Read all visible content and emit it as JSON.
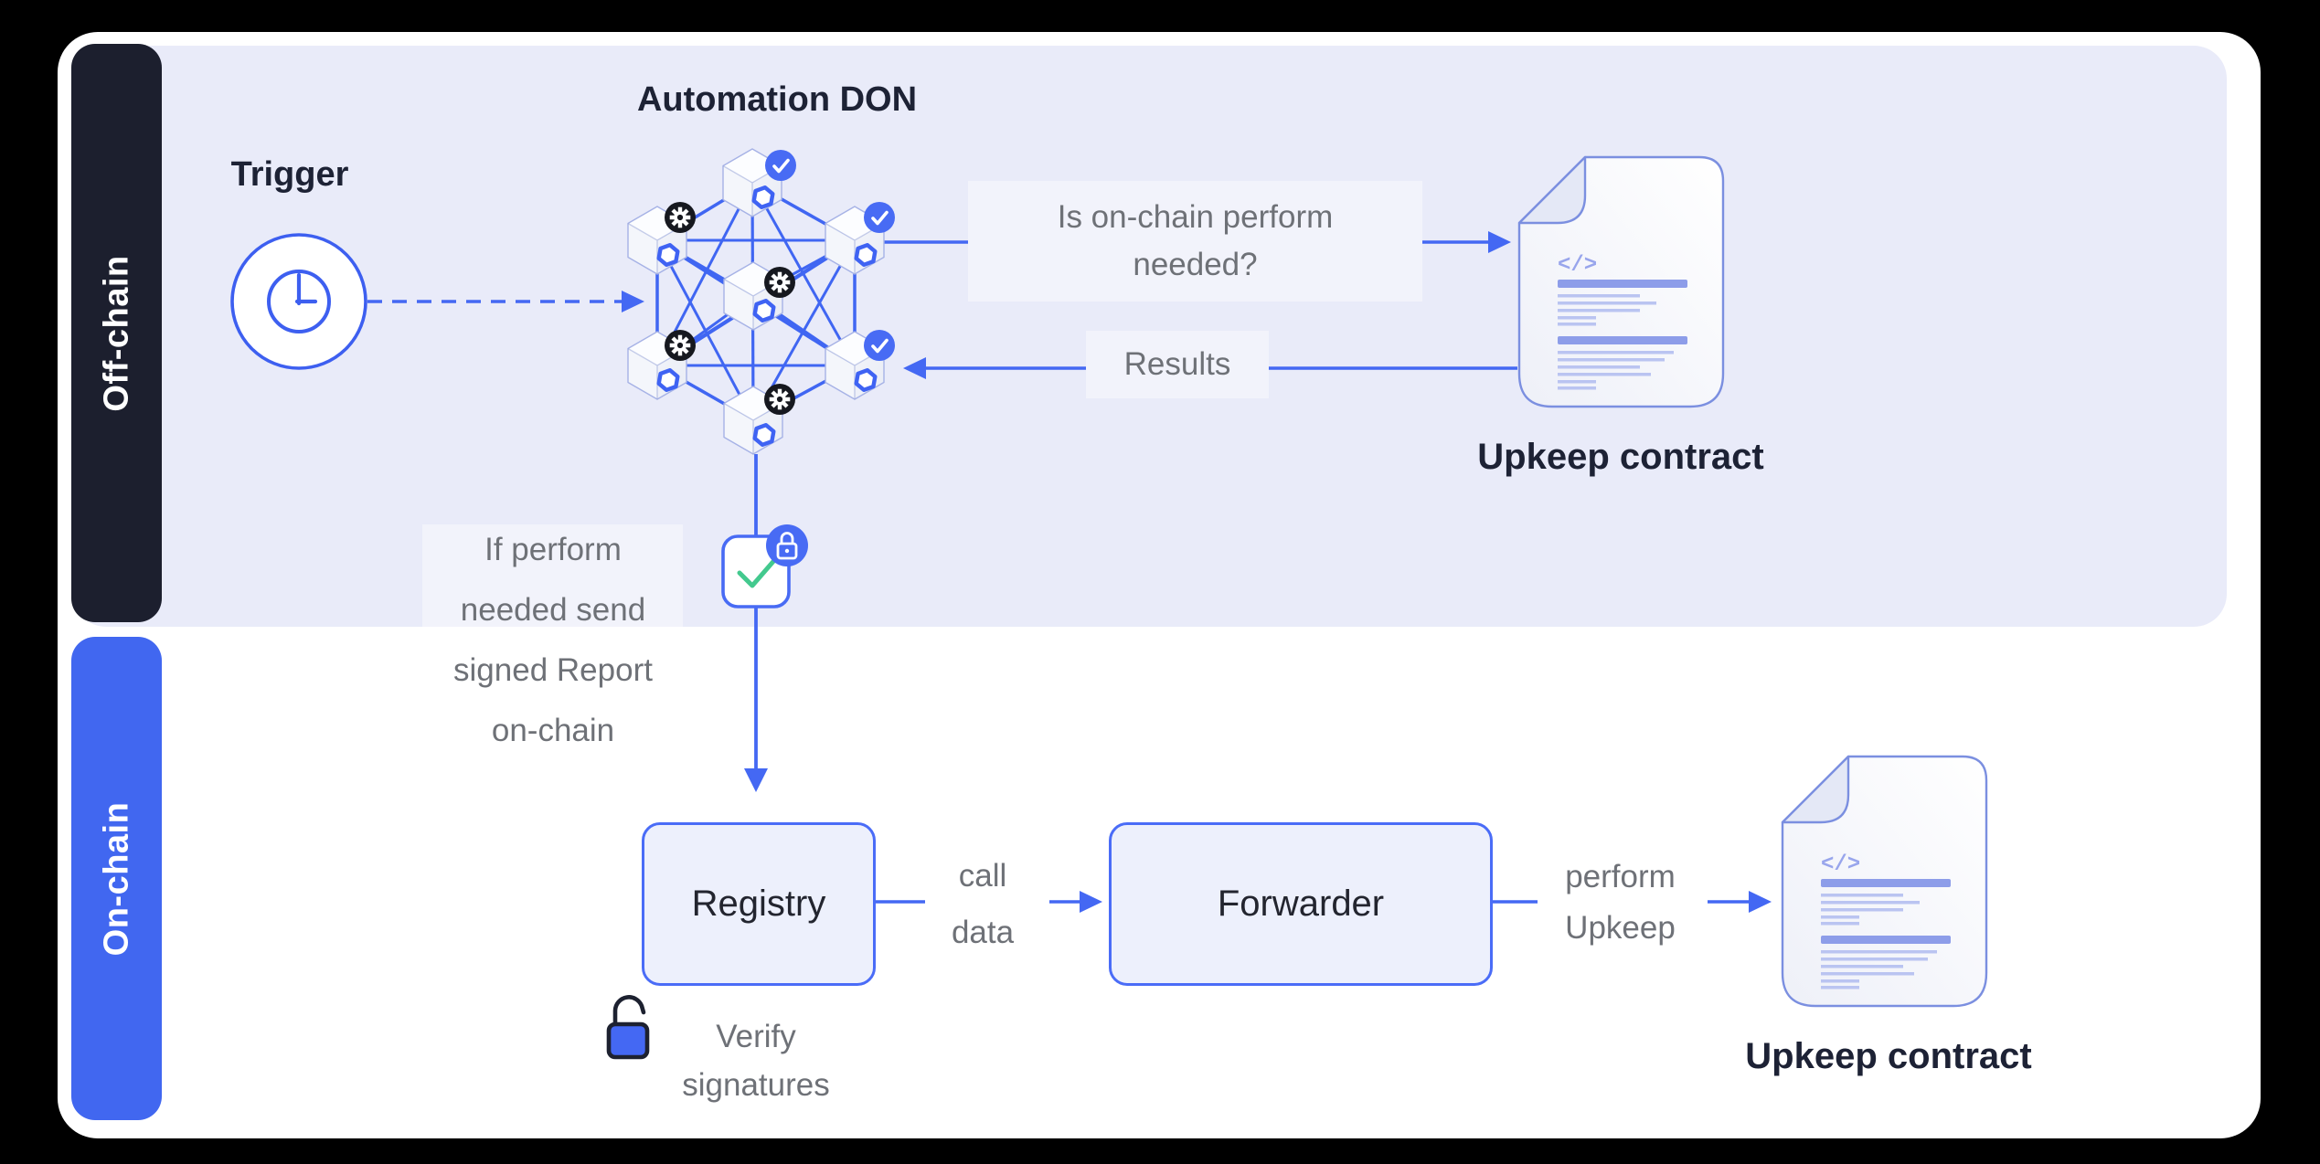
{
  "frame": {
    "offchain_label": "Off-chain",
    "onchain_label": "On-chain"
  },
  "trigger": {
    "label": "Trigger"
  },
  "don": {
    "title": "Automation DON"
  },
  "flow": {
    "question_line1": "Is on-chain perform",
    "question_line2": "needed?",
    "results": "Results",
    "report_line1": "If perform",
    "report_line2": "needed send",
    "report_line3": "signed Report",
    "report_line4": "on-chain",
    "call_line1": "call",
    "call_line2": "data",
    "perform_line1": "perform",
    "perform_line2": "Upkeep",
    "verify_line1": "Verify",
    "verify_line2": "signatures"
  },
  "boxes": {
    "registry": "Registry",
    "forwarder": "Forwarder"
  },
  "documents": {
    "top_label": "Upkeep contract",
    "bottom_label": "Upkeep contract",
    "code_glyph": "</>"
  },
  "colors": {
    "accent_blue": "#4468f3",
    "band_dark": "#1c1f2e",
    "band_blue": "#4167f0",
    "panel_lavender": "#e9ebf9",
    "label_bg": "#f2f3fb",
    "doc_border": "#7b8fe0",
    "green_check": "#43c98e",
    "gray_text": "#6e7177",
    "navy_text": "#1d2235"
  }
}
